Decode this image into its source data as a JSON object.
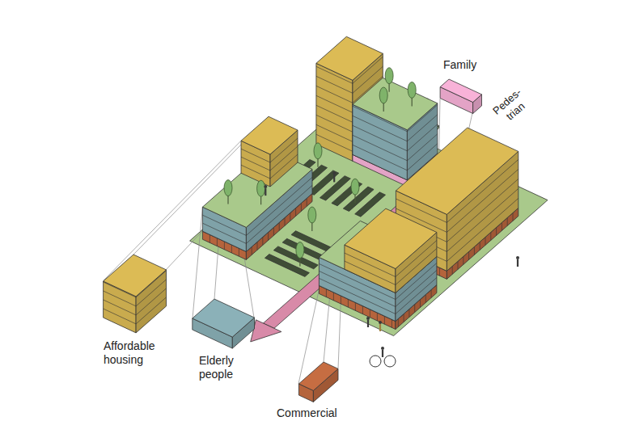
{
  "diagram": {
    "labels": [
      "Pedes- trian"
    ],
    "legend": [
      {
        "text": "Family",
        "color": "#e3a3c6"
      },
      {
        "text": "Affordable housing",
        "color": "#c9ab4e"
      },
      {
        "text": "Elderly people",
        "color": "#7fa2a8"
      },
      {
        "text": "Commercial",
        "color": "#b5643c"
      }
    ]
  }
}
